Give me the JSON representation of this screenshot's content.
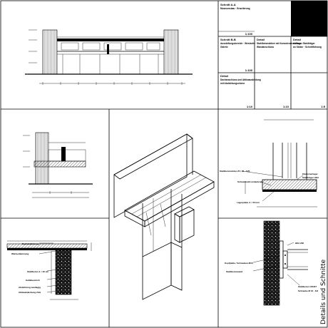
{
  "title_block": {
    "cell_a": {
      "line1": "Schnitt A-A",
      "line2": "Museumsbau · Erweiterung",
      "scale": "1:100"
    },
    "cell_b": {
      "line1": "Schnitt B-B",
      "line2": "Ausstellungsbereich · Westseite",
      "line3": "Galerie",
      "scale": "1:100"
    },
    "cell_c": {
      "line1": "Detail",
      "line2": "Stahlbetonstütze mit Konsolenanschluss",
      "line3": "Wandanschluss",
      "scale": "1:10"
    },
    "cell_d": {
      "line1": "Detail",
      "line2": "Auflager Stahlträger",
      "line3": "an Stütze · Schnittführung",
      "scale": "1:5"
    },
    "cell_e": {
      "line1": "Detail",
      "line2": "Dachanschluss und Attikaausbildung",
      "line3": "mit Abdichtungsebene",
      "scale1": "1:10",
      "scale2": "1:10",
      "scale3": "1:5"
    }
  },
  "sheet_title": "Details und Schnitte",
  "annotations": {
    "mid_right": [
      "Stahlbetonstütze 25 / 25 · C25",
      "Elastomerlager",
      "Stahlträger HEA",
      "Schweißnaht umlaufend",
      "Lagerplatte d = 20 mm"
    ],
    "bottom_left": [
      "Dachabdichtung",
      "Wärmedämmung",
      "Stahlbeton d = 20 cm",
      "Gefälleestrich",
      "Abdichtung zweilagig",
      "Attikaabdeckung Zink"
    ],
    "bottom_right": [
      "HEA 200",
      "Kopfplatte / Schrauben M16",
      "Stahlbetonwand",
      "Stahlbeton C30/37",
      "Schraube M 16 · 8.8"
    ]
  }
}
